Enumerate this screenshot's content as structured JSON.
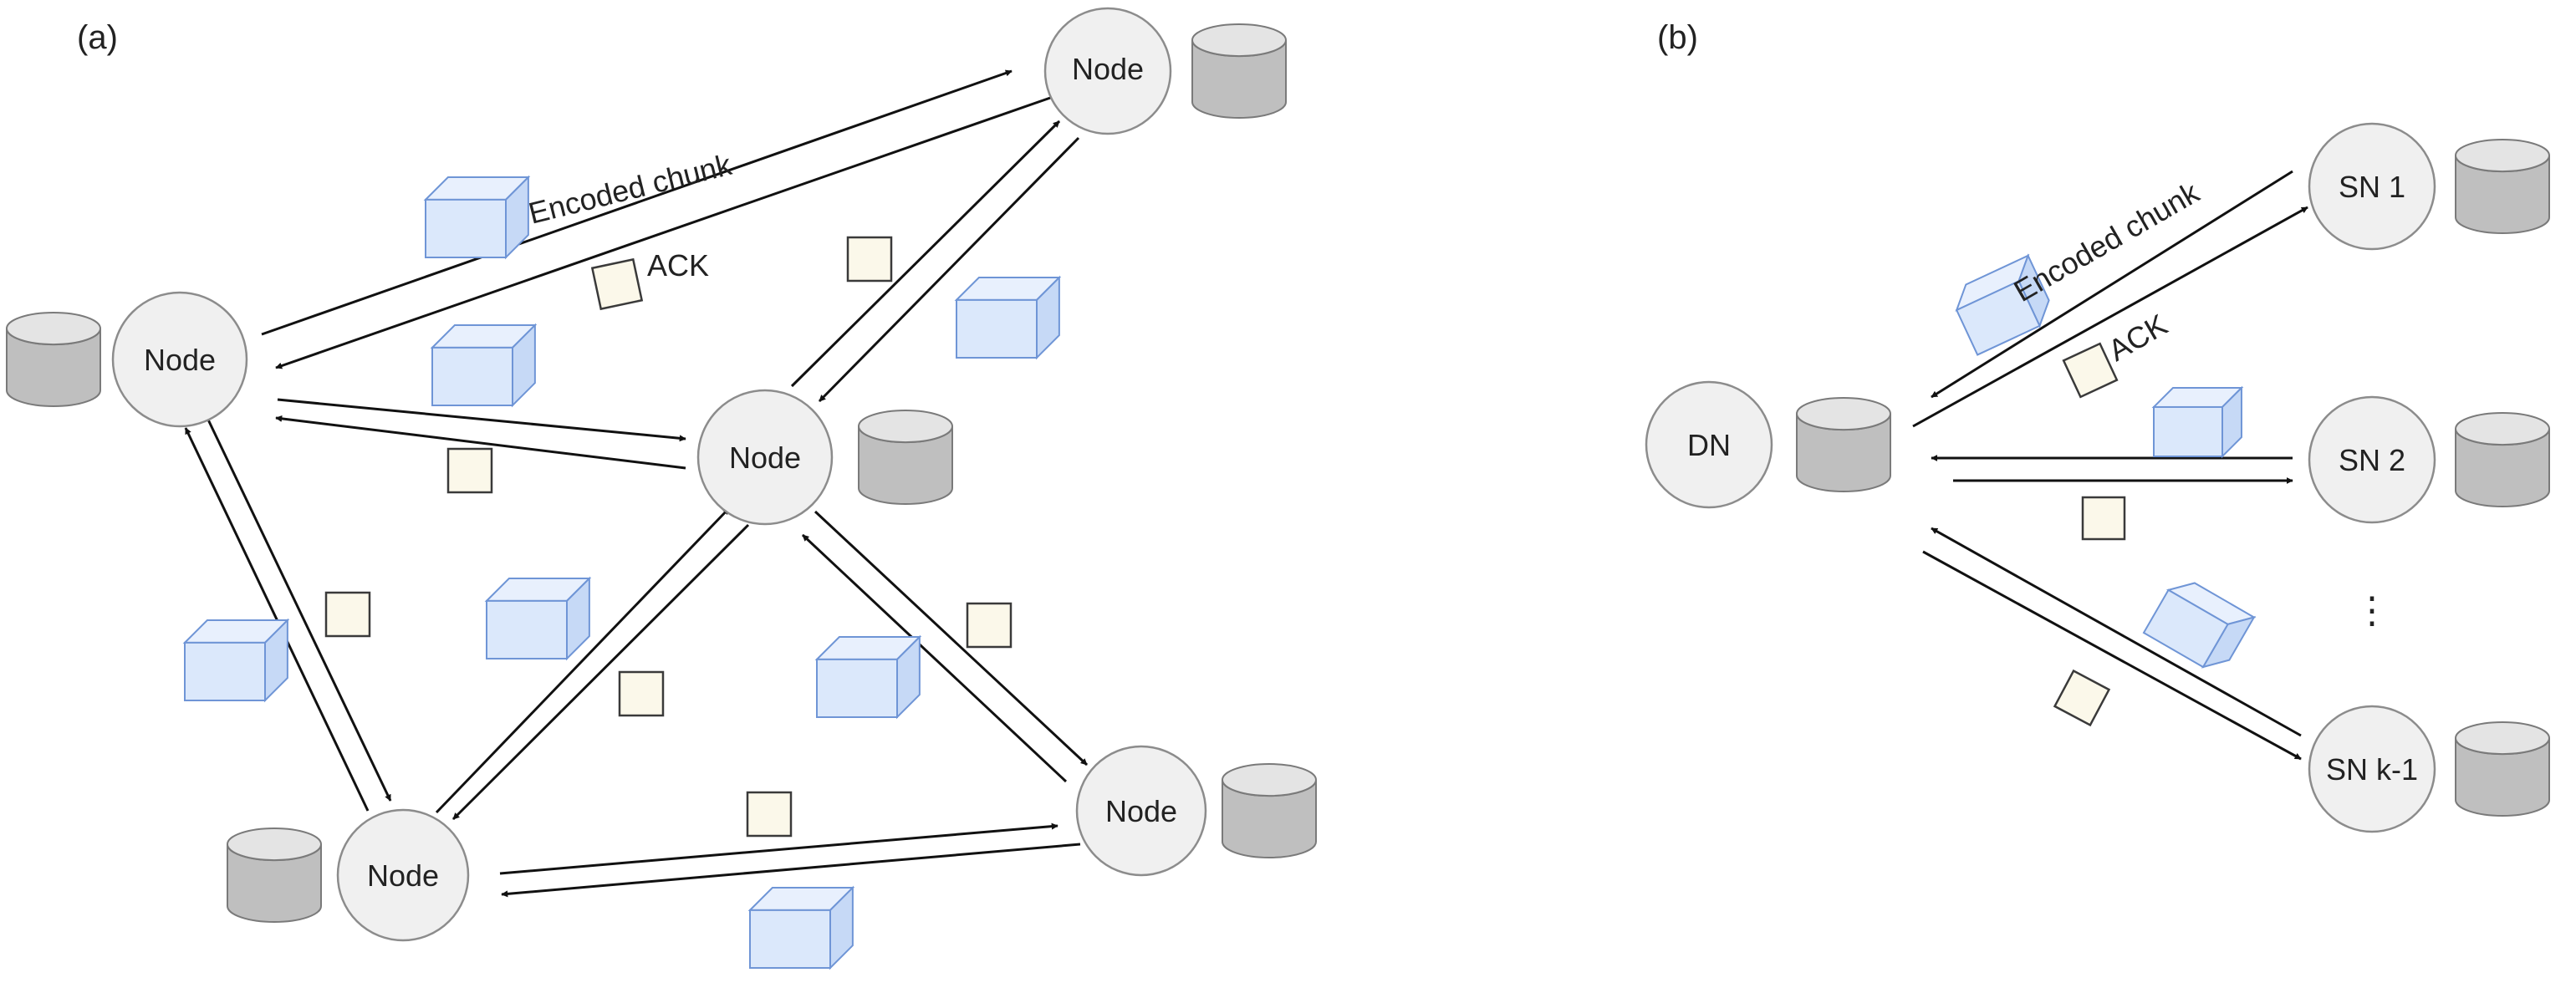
{
  "panels": {
    "a": {
      "label": "(a)"
    },
    "b": {
      "label": "(b)"
    }
  },
  "labels": {
    "node": "Node",
    "encoded_chunk": "Encoded chunk",
    "ack": "ACK",
    "dn": "DN",
    "sn1": "SN 1",
    "sn2": "SN 2",
    "ellipsis": "⋮",
    "snk": "SN k-1"
  },
  "colors": {
    "node_fill": "#f0f0f0",
    "node_stroke": "#8c8c8c",
    "disk_fill": "#bfbfbf",
    "cube_face": "#dbe8fb",
    "cube_stroke": "#6f95d6",
    "ack_fill": "#fbf8ea",
    "ack_stroke": "#3a3a3a",
    "arrow": "#111111"
  },
  "icons": {
    "disk": "database-cylinder-icon",
    "chunk": "cube-icon",
    "ack": "square-icon"
  }
}
